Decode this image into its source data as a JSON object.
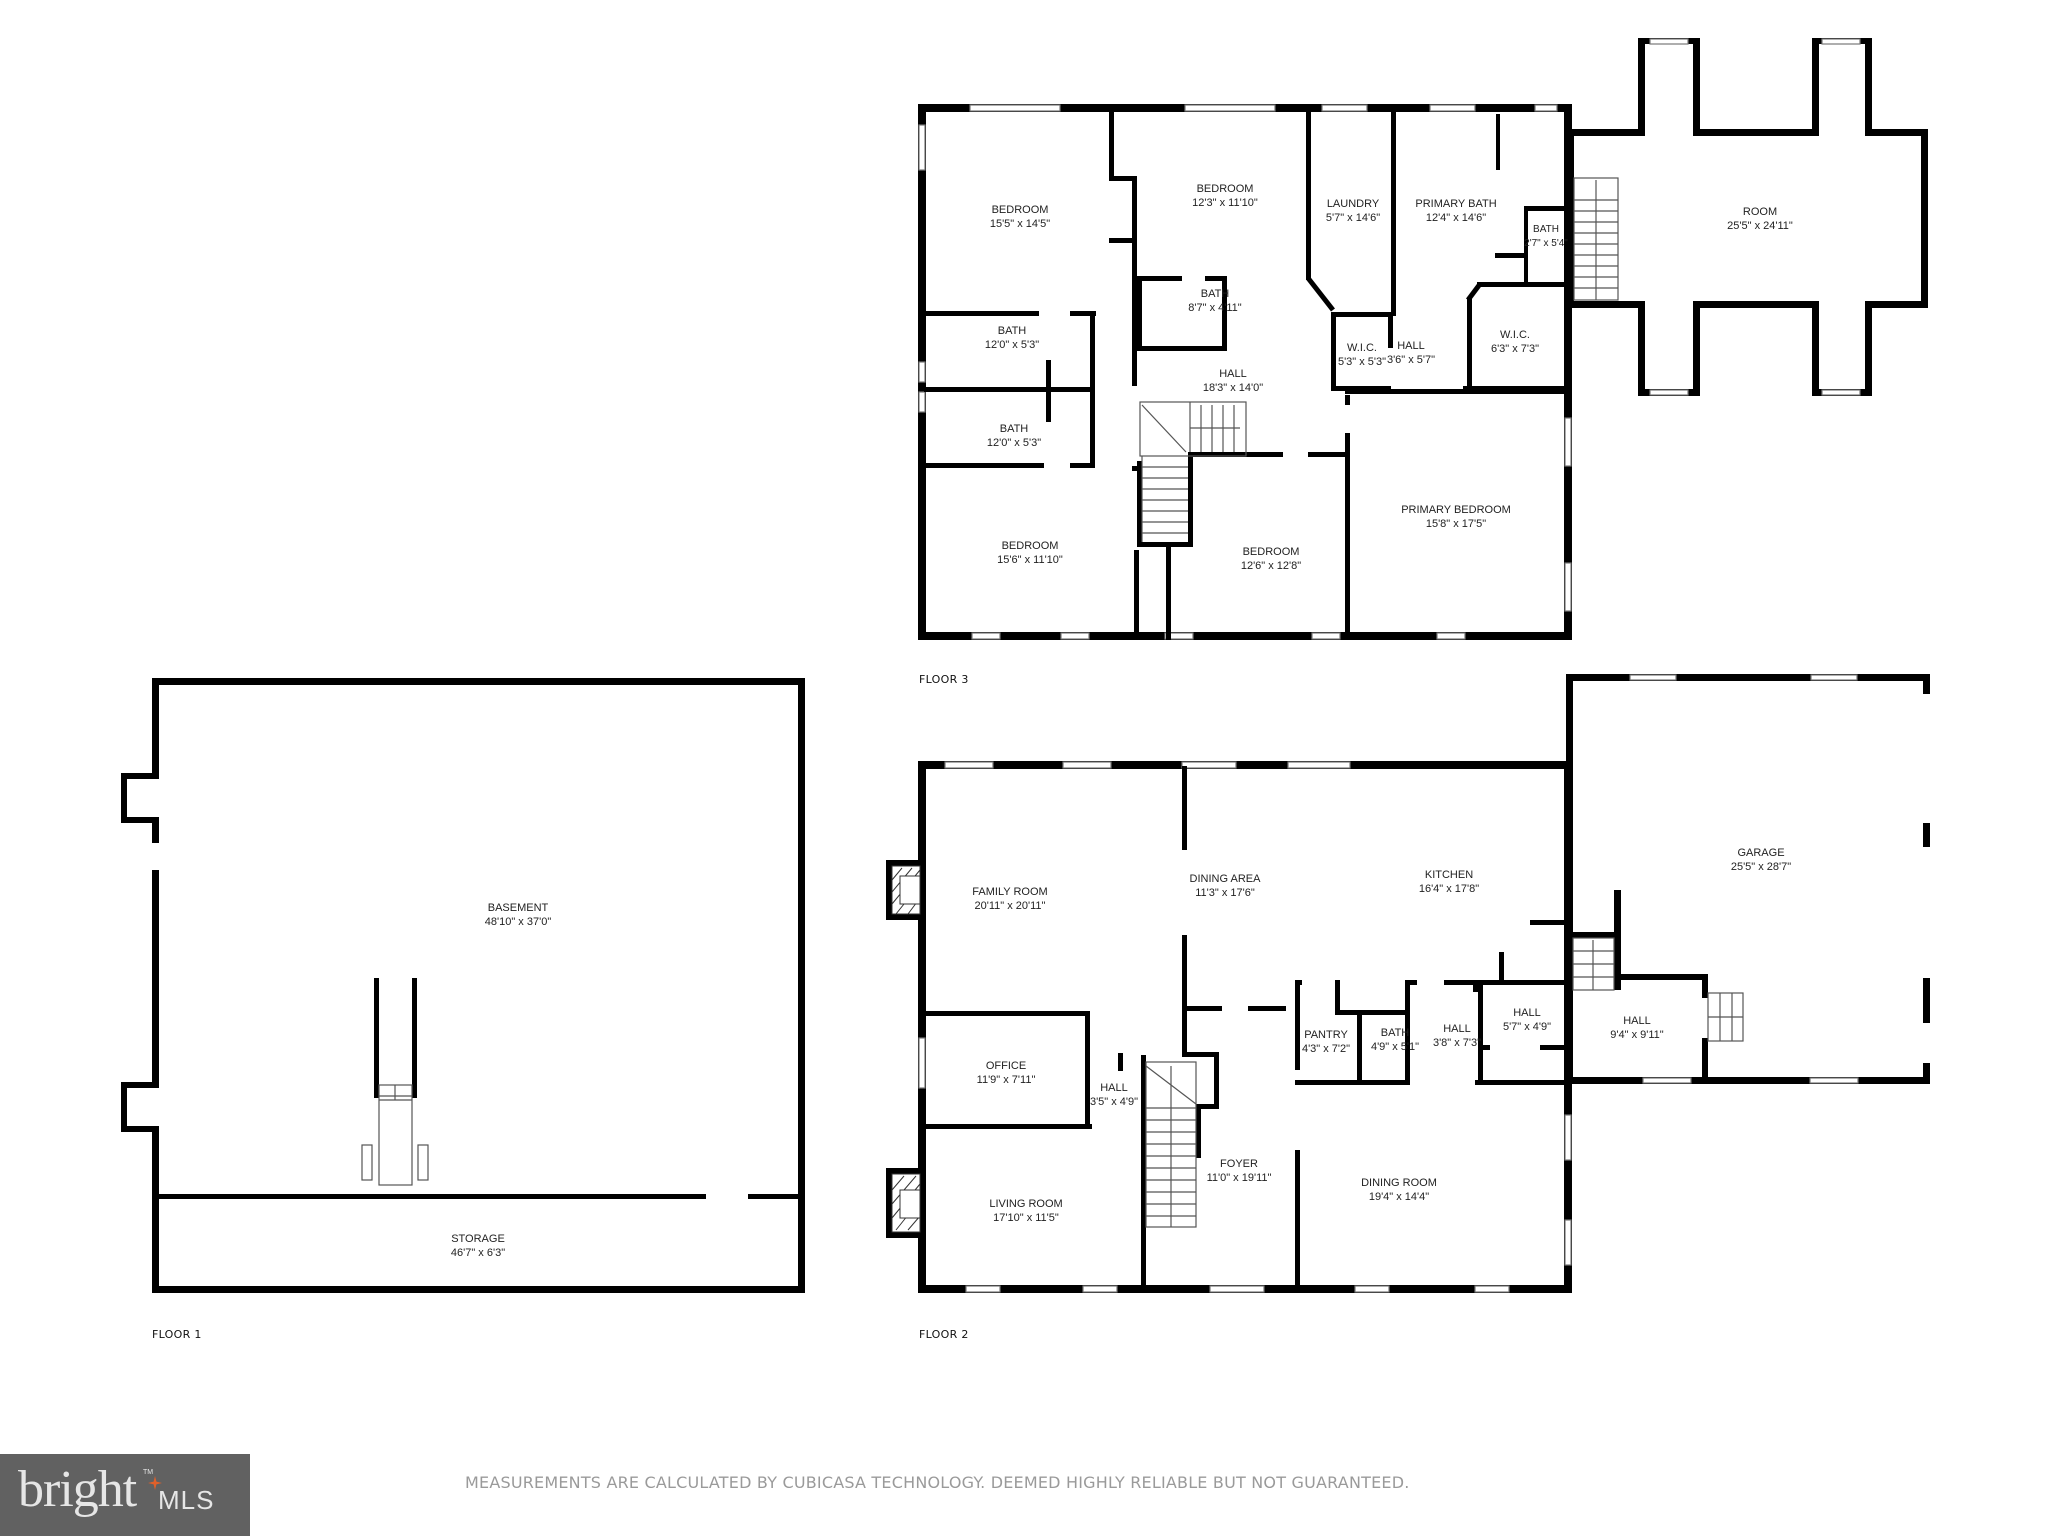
{
  "floors": [
    {
      "label": "FLOOR 1",
      "rooms": [
        {
          "name": "BASEMENT",
          "dims": "48'10\" x 37'0\""
        },
        {
          "name": "STORAGE",
          "dims": "46'7\" x 6'3\""
        }
      ]
    },
    {
      "label": "FLOOR 2",
      "rooms": [
        {
          "name": "FAMILY ROOM",
          "dims": "20'11\" x 20'11\""
        },
        {
          "name": "DINING AREA",
          "dims": "11'3\" x 17'6\""
        },
        {
          "name": "KITCHEN",
          "dims": "16'4\" x 17'8\""
        },
        {
          "name": "GARAGE",
          "dims": "25'5\" x 28'7\""
        },
        {
          "name": "OFFICE",
          "dims": "11'9\" x 7'11\""
        },
        {
          "name": "HALL",
          "dims": "3'5\" x 4'9\""
        },
        {
          "name": "PANTRY",
          "dims": "4'3\" x 7'2\""
        },
        {
          "name": "BATH",
          "dims": "4'9\" x 5'1\""
        },
        {
          "name": "HALL",
          "dims": "3'8\" x 7'3\""
        },
        {
          "name": "HALL",
          "dims": "5'7\" x 4'9\""
        },
        {
          "name": "HALL",
          "dims": "9'4\" x 9'11\""
        },
        {
          "name": "FOYER",
          "dims": "11'0\" x 19'11\""
        },
        {
          "name": "LIVING ROOM",
          "dims": "17'10\" x 11'5\""
        },
        {
          "name": "DINING ROOM",
          "dims": "19'4\" x 14'4\""
        }
      ]
    },
    {
      "label": "FLOOR 3",
      "rooms": [
        {
          "name": "BEDROOM",
          "dims": "15'5\" x 14'5\""
        },
        {
          "name": "BEDROOM",
          "dims": "12'3\" x 11'10\""
        },
        {
          "name": "LAUNDRY",
          "dims": "5'7\" x 14'6\""
        },
        {
          "name": "PRIMARY BATH",
          "dims": "12'4\" x 14'6\""
        },
        {
          "name": "BATH",
          "dims": "2'7\" x 5'4\""
        },
        {
          "name": "ROOM",
          "dims": "25'5\" x 24'11\""
        },
        {
          "name": "BATH",
          "dims": "8'7\" x 4'11\""
        },
        {
          "name": "BATH",
          "dims": "12'0\" x 5'3\""
        },
        {
          "name": "HALL",
          "dims": "18'3\" x 14'0\""
        },
        {
          "name": "W.I.C.",
          "dims": "5'3\" x 5'3\""
        },
        {
          "name": "HALL",
          "dims": "3'6\" x 5'7\""
        },
        {
          "name": "W.I.C.",
          "dims": "6'3\" x 7'3\""
        },
        {
          "name": "BATH",
          "dims": "12'0\" x 5'3\""
        },
        {
          "name": "BEDROOM",
          "dims": "15'6\" x 11'10\""
        },
        {
          "name": "BEDROOM",
          "dims": "12'6\" x 12'8\""
        },
        {
          "name": "PRIMARY BEDROOM",
          "dims": "15'8\" x 17'5\""
        }
      ]
    }
  ],
  "branding": {
    "logo_word": "bright",
    "logo_suffix": "MLS",
    "trademark": "TM",
    "accent_color": "#e0602a",
    "logo_bg": "#616161"
  },
  "disclaimer": "MEASUREMENTS ARE CALCULATED BY CUBICASA TECHNOLOGY. DEEMED HIGHLY RELIABLE BUT NOT GUARANTEED."
}
